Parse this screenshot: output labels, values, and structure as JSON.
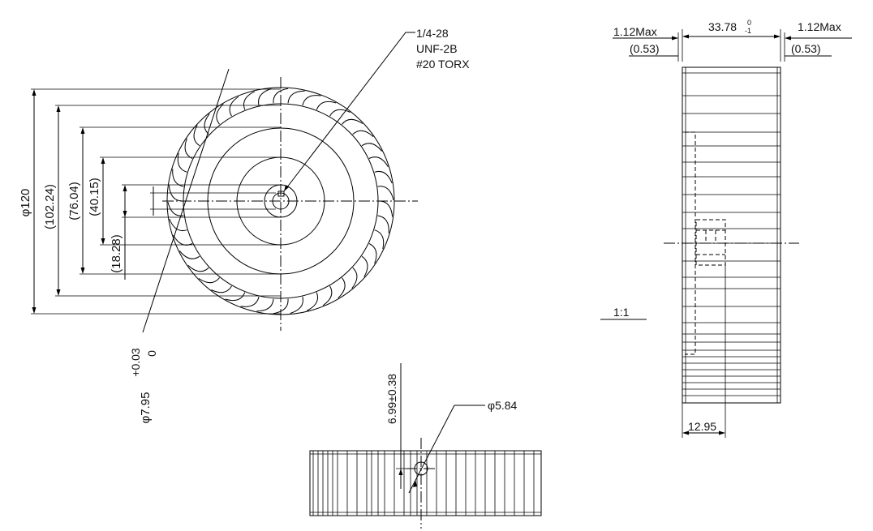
{
  "front_view": {
    "thread_note": [
      "1/4-28",
      "UNF-2B",
      "#20 TORX"
    ],
    "diameters": [
      "φ120",
      "(102.24)",
      "(76.04)",
      "(40.15)",
      "(18.28)"
    ],
    "bore": {
      "diameter": "φ7.95",
      "tol_upper": "+0.03",
      "tol_lower": "0"
    }
  },
  "bottom_view": {
    "height_dim": "6.99±0.38",
    "hole_dim": "φ5.84"
  },
  "side_view": {
    "left_max": "1.12Max",
    "left_ref": "(0.53)",
    "width_base": "33.78",
    "width_tol_upper": "0",
    "width_tol_lower": "-1",
    "right_max": "1.12Max",
    "right_ref": "(0.53)",
    "hub_width": "12.95",
    "scale": "1:1"
  }
}
